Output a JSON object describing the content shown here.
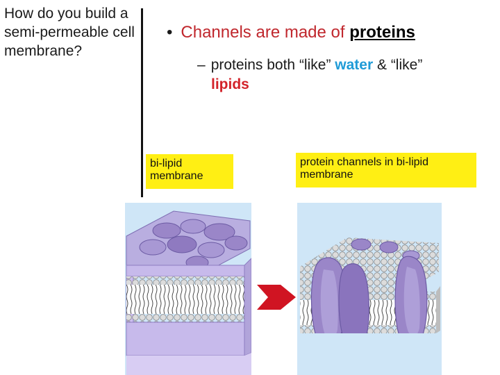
{
  "side": {
    "question": "How do you build a semi-permeable cell membrane?"
  },
  "bullet": {
    "marker": "•",
    "main_text": "Channels are made of ",
    "main_keyword": "proteins",
    "sub_marker": "–",
    "sub_part1": "proteins both “like” ",
    "sub_water": "water",
    "sub_part2": " & “like” ",
    "sub_lipids": "lipids"
  },
  "labels": {
    "bilipid": "bi-lipid membrane",
    "channels": "protein channels in bi-lipid membrane"
  },
  "colors": {
    "title_red": "#c0272d",
    "water_blue": "#1f9bd7",
    "lipids_red": "#d3232a",
    "label_yellow": "#ffef14",
    "arrow_red": "#d01422",
    "figure_background": "#cfe6f7",
    "protein_purple": "#9a86c8"
  }
}
